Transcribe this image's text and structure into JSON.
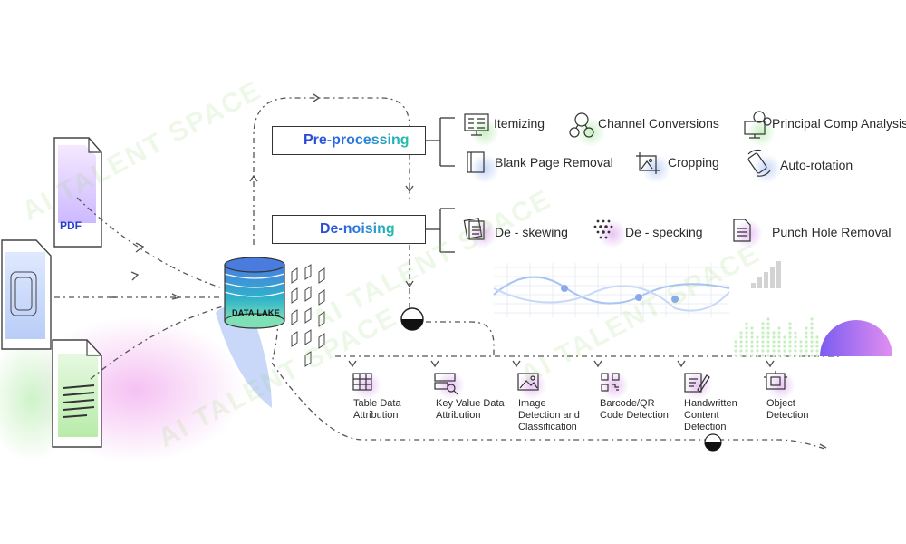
{
  "watermark": "AI TALENT SPACE",
  "doc_labels": {
    "pdf": "PDF"
  },
  "data_lake": "DATA LAKE",
  "preprocessing": {
    "title": "Pre-processing",
    "items": [
      {
        "label": "Itemizing",
        "icon": "itemizing-icon"
      },
      {
        "label": "Channel Conversions",
        "icon": "channel-conversions-icon"
      },
      {
        "label": "Principal Comp Analysis",
        "icon": "pca-icon"
      },
      {
        "label": "Blank Page Removal",
        "icon": "blank-page-icon"
      },
      {
        "label": "Cropping",
        "icon": "cropping-icon"
      },
      {
        "label": "Auto-rotation",
        "icon": "auto-rotation-icon"
      }
    ]
  },
  "denoising": {
    "title": "De-noising",
    "items": [
      {
        "label": "De - skewing",
        "icon": "deskew-icon"
      },
      {
        "label": "De - specking",
        "icon": "despeck-icon"
      },
      {
        "label": "Punch Hole Removal",
        "icon": "punch-hole-icon"
      }
    ]
  },
  "outputs": [
    {
      "lines": [
        "Table Data",
        "Attribution"
      ],
      "icon": "table-icon"
    },
    {
      "lines": [
        "Key Value Data",
        "Attribution"
      ],
      "icon": "key-value-icon"
    },
    {
      "lines": [
        "Image",
        "Detection and",
        "Classification"
      ],
      "icon": "image-icon"
    },
    {
      "lines": [
        "Barcode/QR",
        "Code Detection"
      ],
      "icon": "qr-icon"
    },
    {
      "lines": [
        "Handwritten",
        "Content",
        "Detection"
      ],
      "icon": "handwritten-icon"
    },
    {
      "lines": [
        "Object",
        "Detection"
      ],
      "icon": "object-icon"
    }
  ],
  "colors": {
    "accent_blue": "#2a44d6",
    "accent_teal": "#23c1a6",
    "pink_glow": "#f3b6f0",
    "blue_glow": "#b5c9f7",
    "green_glow": "#c9f1c2",
    "icon_bubble": "#e9c6f2"
  }
}
